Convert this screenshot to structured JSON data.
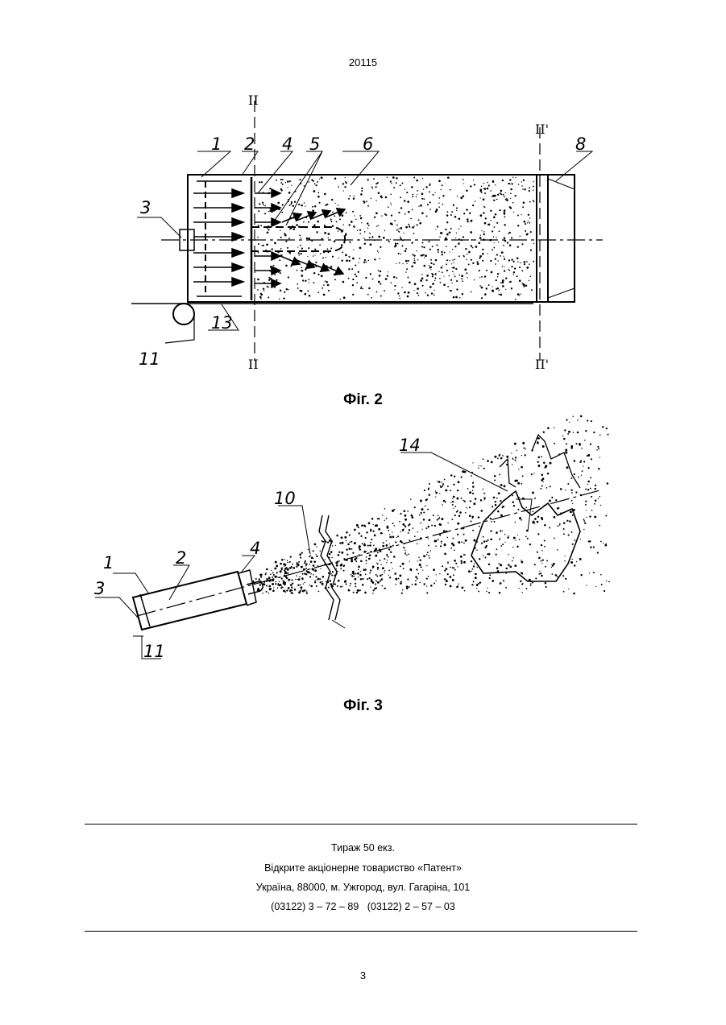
{
  "header": {
    "patent_number": "20115"
  },
  "figure2": {
    "caption": "Фіг. 2",
    "labels": [
      "1",
      "2",
      "3",
      "4",
      "5",
      "6",
      "8",
      "11",
      "13"
    ],
    "section_marks": {
      "top_left": "II",
      "bottom_left": "II",
      "top_right": "II'",
      "bottom_right": "II'"
    }
  },
  "figure3": {
    "caption": "Фіг. 3",
    "labels": [
      "1",
      "2",
      "3",
      "4",
      "10",
      "11",
      "14"
    ]
  },
  "imprint": {
    "line1": "Тираж 50 екз.",
    "line2": "Відкрите акціонерне товариство «Патент»",
    "line3": "Україна, 88000, м. Ужгород, вул. Гагаріна, 101",
    "line4": "(03122) 3 – 72 – 89   (03122) 2 – 57 – 03"
  },
  "page_number": "3"
}
